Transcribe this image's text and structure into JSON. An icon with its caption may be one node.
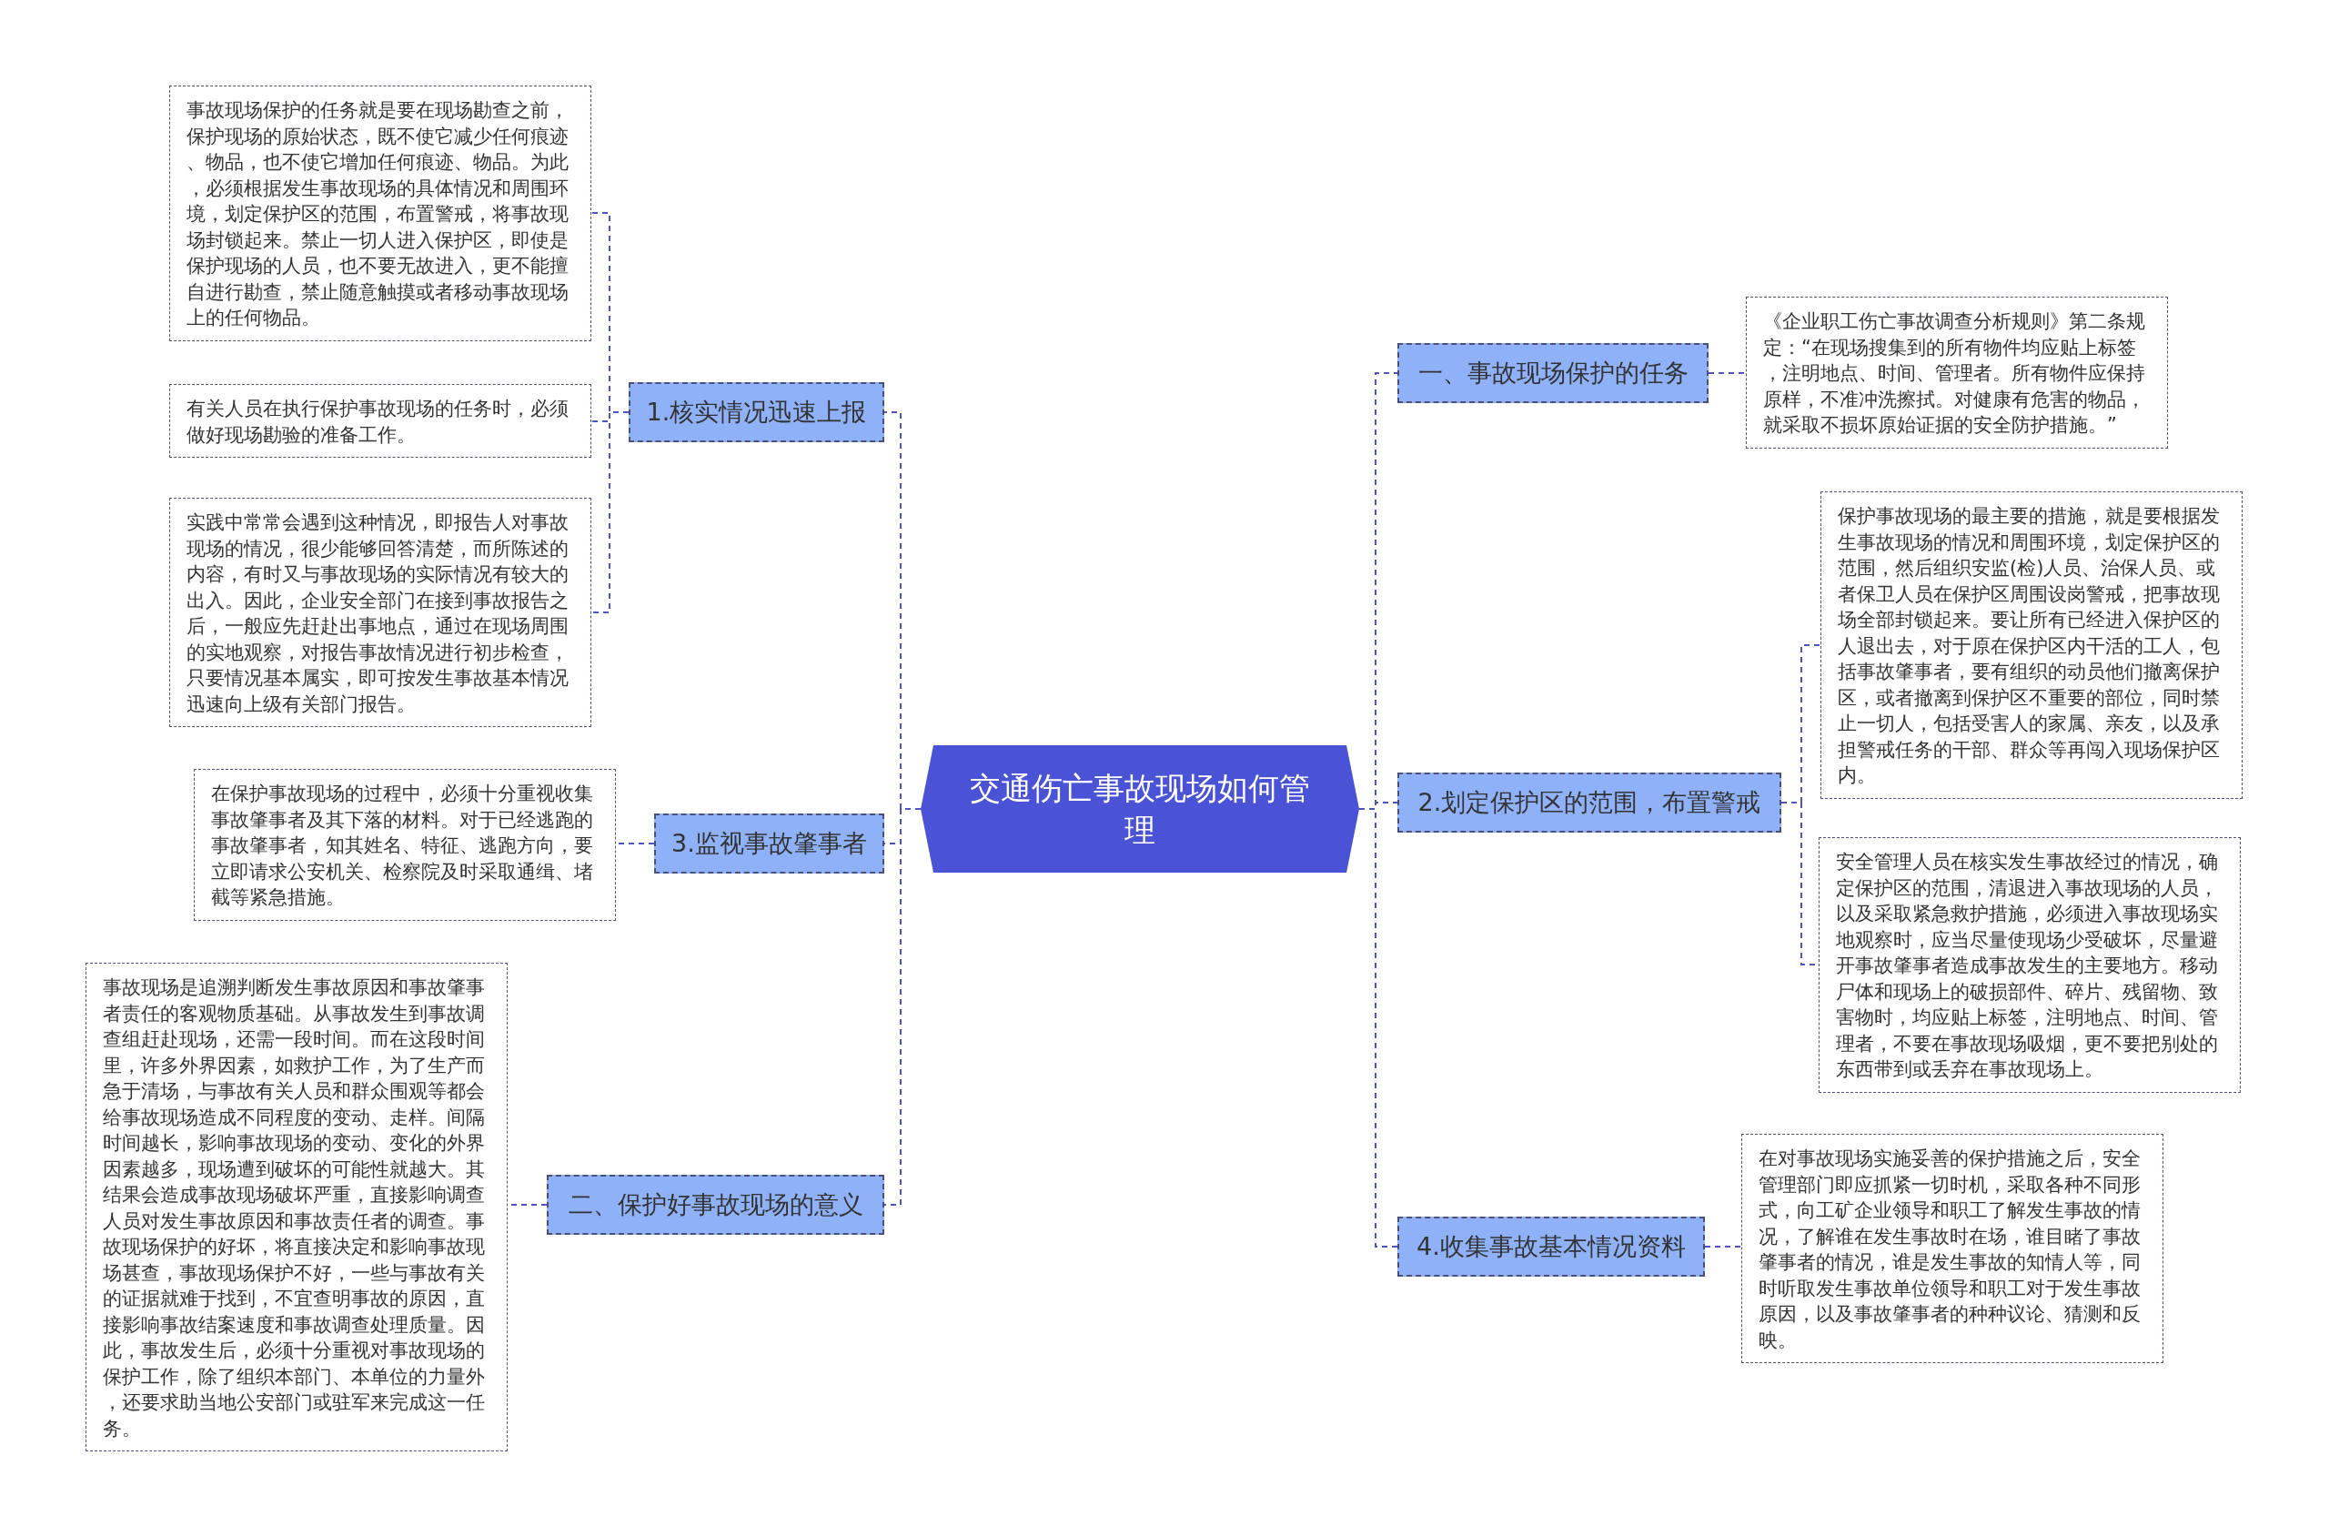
{
  "diagram": {
    "nodes": [
      {
        "text": [
          "交通伤亡事故现场如何管理"
        ]
      },
      {
        "text": [
          "1.核实情况迅速上报"
        ]
      },
      {
        "text": [
          "事故现场保护的任务就是要在现场勘查之前，保护现场的原始状态，既不使它减少任何痕迹、物品，也不使它增加任何痕迹、物品。为此，必须根据发生事故现场的具体情况和周围环境，划定保护区的范围，布置警戒，将事故现场封锁起来。禁止一切人进入保护区，即使是保护现场的人员，也不要无故进入，更不能擅自进行勘查，禁止随意触摸或者移动事故现场上的任何物品。"
        ]
      },
      {
        "text": [
          "有关人员在执行保护事故现场的任务时，必须做好现场勘验的准备工作。"
        ]
      },
      {
        "text": [
          "实践中常常会遇到这种情况，即报告人对事故现场的情况，很少能够回答清楚，而所陈述的内容，有时又与事故现场的实际情况有较大的出入。因此，企业安全部门在接到事故报告之后，一般应先赶赴出事地点，通过在现场周围的实地观察，对报告事故情况进行初步检查，只要情况基本属实，即可按发生事故基本情况迅速向上级有关部门报告。"
        ]
      },
      {
        "text": [
          "3.监视事故肇事者"
        ]
      },
      {
        "text": [
          "在保护事故现场的过程中，必须十分重视收集事故肇事者及其下落的材料。对于已经逃跑的事故肇事者，知其姓名、特征、逃跑方向，要立即请求公安机关、检察院及时采取通缉、堵截等紧急措施。"
        ]
      },
      {
        "text": [
          "二、保护好事故现场的意义"
        ]
      },
      {
        "text": [
          "事故现场是追溯判断发生事故原因和事故肇事者责任的客观物质基础。从事故发生到事故调查组赶赴现场，还需一段时间。而在这段时间里，许多外界因素，如救护工作，为了生产而急于清场，与事故有关人员和群众围观等都会给事故现场造成不同程度的变动、走样。间隔时间越长，影响事故现场的变动、变化的外界因素越多，现场遭到破坏的可能性就越大。其结果会造成事故现场破坏严重，直接影响调查人员对发生事故原因和事故责任者的调查。事故现场保护的好坏，将直接决定和影响事故现场甚查，事故现场保护不好，一些与事故有关的证据就难于找到，不宜查明事故的原因，直接影响事故结案速度和事故调查处理质量。因此，事故发生后，必须十分重视对事故现场的保护工作，除了组织本部门、本单位的力量外，还要求助当地公安部门或驻军来完成这一任务。"
        ]
      },
      {
        "text": [
          "一、事故现场保护的任务"
        ]
      },
      {
        "text": [
          "《企业职工伤亡事故调查分析规则》第二条规定：“在现场搜集到的所有物件均应贴上标签，注明地点、时间、管理者。所有物件应保持原样，不准冲洗擦拭。对健康有危害的物品，就采取不损坏原始证据的安全防护措施。”"
        ]
      },
      {
        "text": [
          "2.划定保护区的范围，布置警戒"
        ]
      },
      {
        "text": [
          "保护事故现场的最主要的措施，就是要根据发生事故现场的情况和周围环境，划定保护区的范围，然后组织安监(检)人员、治保人员、或者保卫人员在保护区周围设岗警戒，把事故现场全部封锁起来。要让所有已经进入保护区的人退出去，对于原在保护区内干活的工人，包括事故肇事者，要有组织的动员他们撤离保护区，或者撤离到保护区不重要的部位，同时禁止一切人，包括受害人的家属、亲友，以及承担警戒任务的干部、群众等再闯入现场保护区内。"
        ]
      },
      {
        "text": [
          "安全管理人员在核实发生事故经过的情况，确定保护区的范围，清退进入事故现场的人员，以及采取紧急救护措施，必须进入事故现场实地观察时，应当尽量使现场少受破坏，尽量避开事故肇事者造成事故发生的主要地方。移动尸体和现场上的破损部件、碎片、残留物、致害物时，均应贴上标签，注明地点、时间、管理者，不要在事故现场吸烟，更不要把别处的东西带到或丢弃在事故现场上。"
        ]
      },
      {
        "text": [
          "4.收集事故基本情况资料"
        ]
      },
      {
        "text": [
          "在对事故现场实施妥善的保护措施之后，安全管理部门即应抓紧一切时机，采取各种不同形式，向工矿企业领导和职工了解发生事故的情况，了解谁在发生事故时在场，谁目睹了事故肇事者的情况，谁是发生事故的知情人等，同时听取发生事故单位领导和职工对于发生事故原因，以及事故肇事者的种种议论、猜测和反映。"
        ]
      }
    ],
    "edges": [
      {
        "from": 0,
        "to": 1,
        "arrow": "none"
      },
      {
        "from": 0,
        "to": 5,
        "arrow": "none"
      },
      {
        "from": 0,
        "to": 7,
        "arrow": "none"
      },
      {
        "from": 0,
        "to": 9,
        "arrow": "none"
      },
      {
        "from": 0,
        "to": 11,
        "arrow": "none"
      },
      {
        "from": 0,
        "to": 14,
        "arrow": "none"
      },
      {
        "from": 1,
        "to": 2,
        "arrow": "none"
      },
      {
        "from": 1,
        "to": 3,
        "arrow": "none"
      },
      {
        "from": 1,
        "to": 4,
        "arrow": "none"
      },
      {
        "from": 5,
        "to": 6,
        "arrow": "none"
      },
      {
        "from": 7,
        "to": 8,
        "arrow": "none"
      },
      {
        "from": 9,
        "to": 10,
        "arrow": "none"
      },
      {
        "from": 11,
        "to": 12,
        "arrow": "none"
      },
      {
        "from": 11,
        "to": 13,
        "arrow": "none"
      },
      {
        "from": 14,
        "to": 15,
        "arrow": "none"
      }
    ]
  }
}
